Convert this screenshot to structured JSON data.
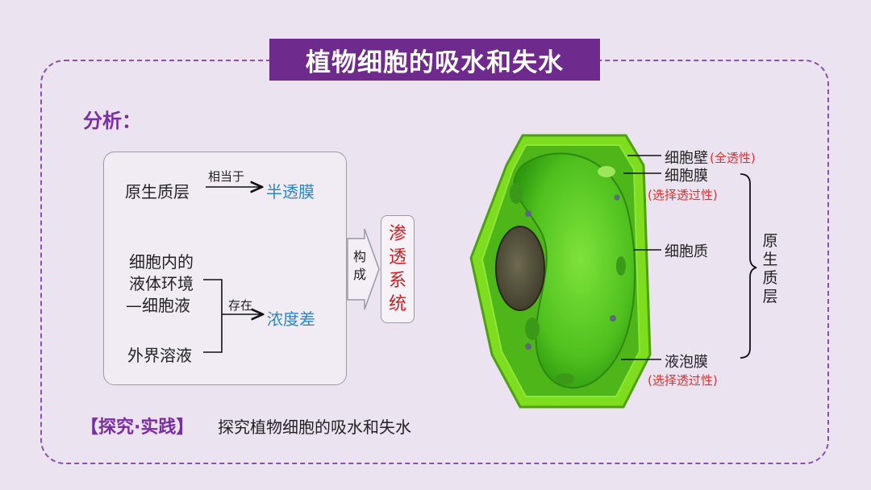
{
  "title": "植物细胞的吸水和失水",
  "analysis": "分析：",
  "panel": {
    "protoplast_layer": "原生质层",
    "equivalent": "相当于",
    "semipermeable": "半透膜",
    "cell_fluid_line1": "细胞内的",
    "cell_fluid_line2": "液体环境",
    "cell_fluid_line3": "—细胞液",
    "exists": "存在",
    "concentration_diff": "浓度差",
    "outer_solution": "外界溶液"
  },
  "constitute": [
    "构",
    "成"
  ],
  "osmosis_system": [
    "渗",
    "透",
    "系",
    "统"
  ],
  "labels": {
    "cell_wall": "细胞壁",
    "cell_wall_note": "(全透性)",
    "cell_membrane": "细胞膜",
    "cell_membrane_note": "(选择透过性)",
    "cytoplasm": "细胞质",
    "tonoplast": "液泡膜",
    "tonoplast_note": "(选择透过性)",
    "protoplast_vertical": [
      "原",
      "生",
      "质",
      "层"
    ]
  },
  "footer": {
    "tag": "【探究·实践】",
    "text": "探究植物细胞的吸水和失水"
  },
  "colors": {
    "title_bg": "#6e2a8c",
    "accent_purple": "#7a2fa0",
    "blue_text": "#2f86c8",
    "red_text": "#e0302a",
    "cell_green": "#6fd020"
  }
}
